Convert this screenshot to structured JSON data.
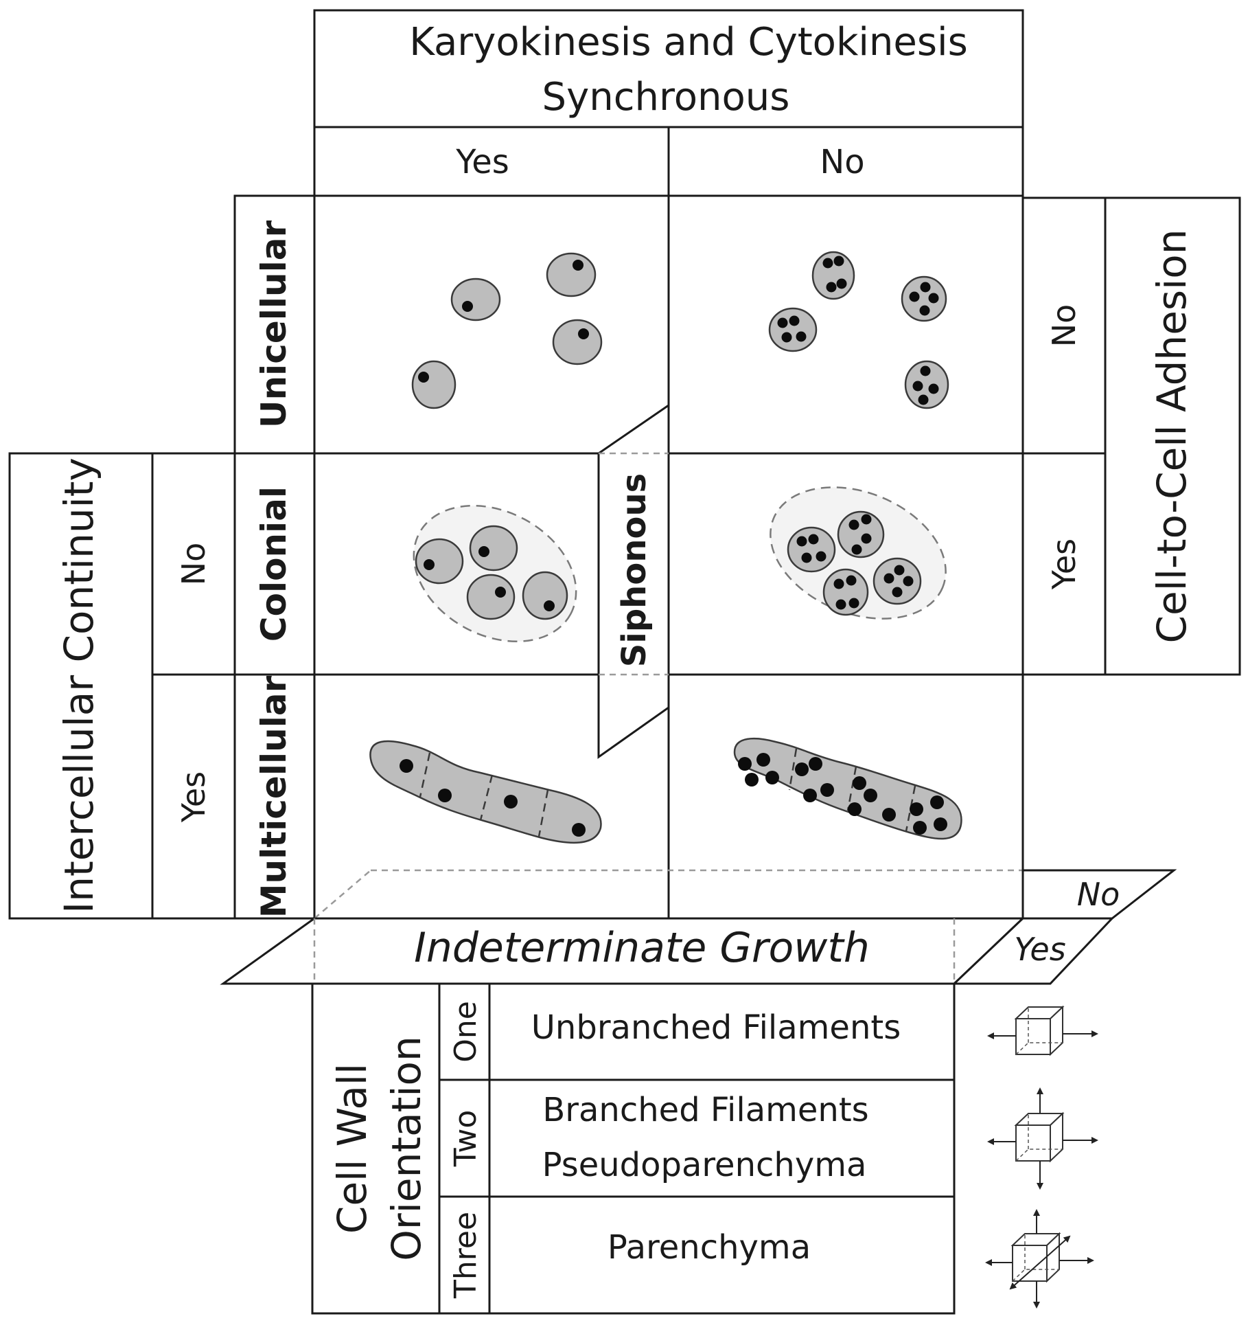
{
  "top_header": {
    "line1": "Karyokinesis and Cytokinesis",
    "line2": "Synchronous",
    "yes": "Yes",
    "no": "No"
  },
  "rows": {
    "unicellular": "Unicellular",
    "colonial": "Colonial",
    "multicellular": "Multicellular"
  },
  "intercellular": {
    "title": "Intercellular Continuity",
    "no": "No",
    "yes": "Yes"
  },
  "adhesion": {
    "title": "Cell-to-Cell Adhesion",
    "no": "No",
    "yes": "Yes"
  },
  "siphonous": "Siphonous",
  "growth": {
    "title": "Indeterminate Growth",
    "no": "No",
    "yes": "Yes"
  },
  "cell_wall": {
    "title_line1": "Cell Wall",
    "title_line2": "Orientation",
    "one": "One",
    "two": "Two",
    "three": "Three",
    "unbranched": "Unbranched Filaments",
    "branched": "Branched Filaments",
    "pseudo": "Pseudoparenchyma",
    "parenchyma": "Parenchyma"
  }
}
